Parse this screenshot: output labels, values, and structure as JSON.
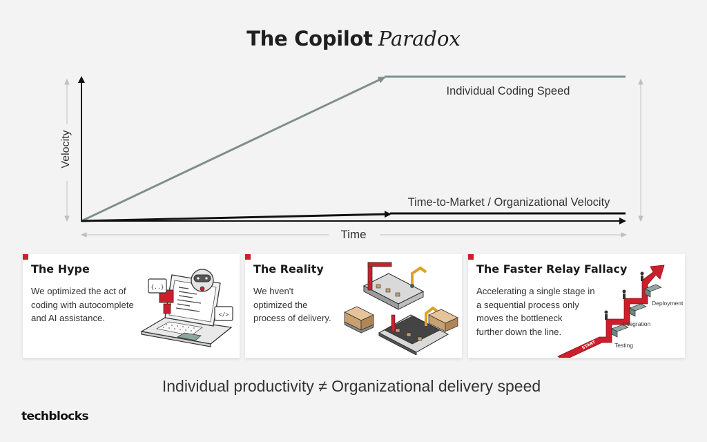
{
  "title": {
    "main": "The Copilot",
    "italic": "Paradox"
  },
  "graph": {
    "y_label": "Velocity",
    "x_label": "Time",
    "line_individual": "Individual Coding Speed",
    "line_org": "Time-to-Market / Organizational Velocity",
    "colors": {
      "individual": "#7f8f8c",
      "org": "#111111",
      "axis": "#111111",
      "bracket": "#bfbfbf"
    }
  },
  "cards": [
    {
      "title": "The Hype",
      "body": [
        "We optimized the act of",
        "coding with autocomplete",
        "and AI assistance."
      ]
    },
    {
      "title": "The Reality",
      "body": [
        "We hven't",
        "optimized the",
        "process of delivery."
      ]
    },
    {
      "title": "The Faster Relay Fallacy",
      "body": [
        "Accelerating a single stage in",
        "a sequential process only",
        "moves the bottleneck",
        "further down the line."
      ],
      "stages": [
        "Deployment",
        "Integration",
        "Testing"
      ],
      "start_label": "START"
    }
  ],
  "accent_color": "#cc1f2b",
  "subtitle": "Individual productivity ≠ Organizational delivery speed",
  "logo": "techblocks"
}
